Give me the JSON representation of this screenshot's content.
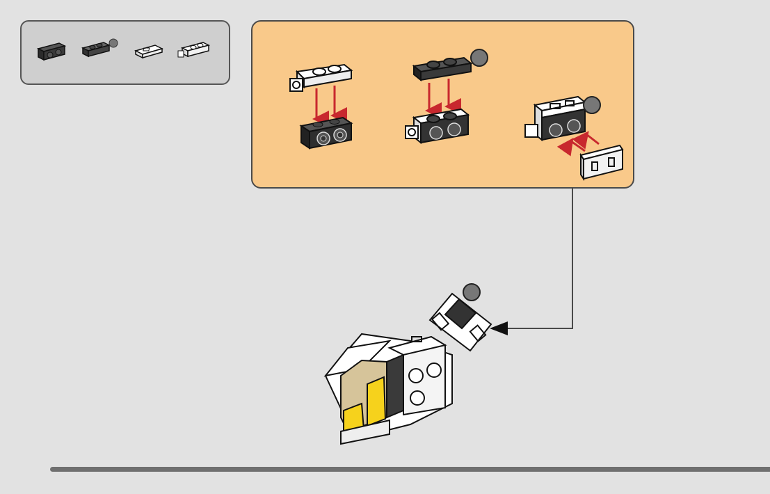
{
  "colors": {
    "background": "#e2e2e2",
    "parts_panel": "#cfcfcf",
    "sub_panel": "#f9c98a",
    "arrow_red": "#c8282e",
    "dark_brick": "#333333",
    "white_brick": "#ffffff",
    "tan": "#d6c49a",
    "yellow": "#f6d21c",
    "connector": "#4a4a4a"
  },
  "parts_list": [
    {
      "icon": "dark-bracket-plate-icon",
      "color": "dark-gray"
    },
    {
      "icon": "dark-ball-plate-icon",
      "color": "dark-gray"
    },
    {
      "icon": "white-tile-icon",
      "color": "white"
    },
    {
      "icon": "white-clip-plate-icon",
      "color": "white"
    }
  ],
  "substeps": [
    {
      "icon": "white-plate-onto-dark-bracket"
    },
    {
      "icon": "dark-ball-plate-onto-assembly"
    },
    {
      "icon": "white-tile-onto-side"
    }
  ],
  "main_step": {
    "icon": "model-assembly-icon",
    "attach_arrow": "black-arrow-icon"
  }
}
